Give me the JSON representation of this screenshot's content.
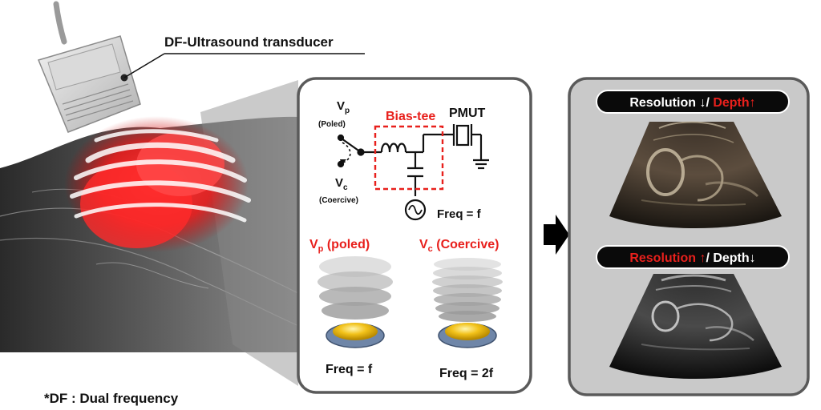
{
  "transducer_label": "DF-Ultrasound transducer",
  "footnote": "*DF : Dual frequency",
  "circuit": {
    "vp_symbol": "V",
    "vp_sub": "p",
    "vp_note": "(Poled)",
    "vc_symbol": "V",
    "vc_sub": "c",
    "vc_note": "(Coercive)",
    "bias_tee": "Bias-tee",
    "pmut": "PMUT",
    "source_freq": "Freq = f"
  },
  "modes": [
    {
      "symbol": "V",
      "sub": "p",
      "name": " (poled)",
      "freq": "Freq = f"
    },
    {
      "symbol": "V",
      "sub": "c",
      "name": " (Coercive)",
      "freq": "Freq = 2f"
    }
  ],
  "results": [
    {
      "part1": "Resolution ",
      "arrow1": "↓",
      "sep": "/ ",
      "part2": "Depth",
      "arrow2": "↑"
    },
    {
      "part1": "Resolution ",
      "arrow1": "↑",
      "sep": "/ ",
      "part2": "Depth",
      "arrow2": "↓"
    }
  ],
  "colors": {
    "accent_red": "#e8201c",
    "panel_border": "#5a5a5a",
    "result_panel_fill": "#c9c9c9",
    "disc_gold": "#f2c21a"
  }
}
